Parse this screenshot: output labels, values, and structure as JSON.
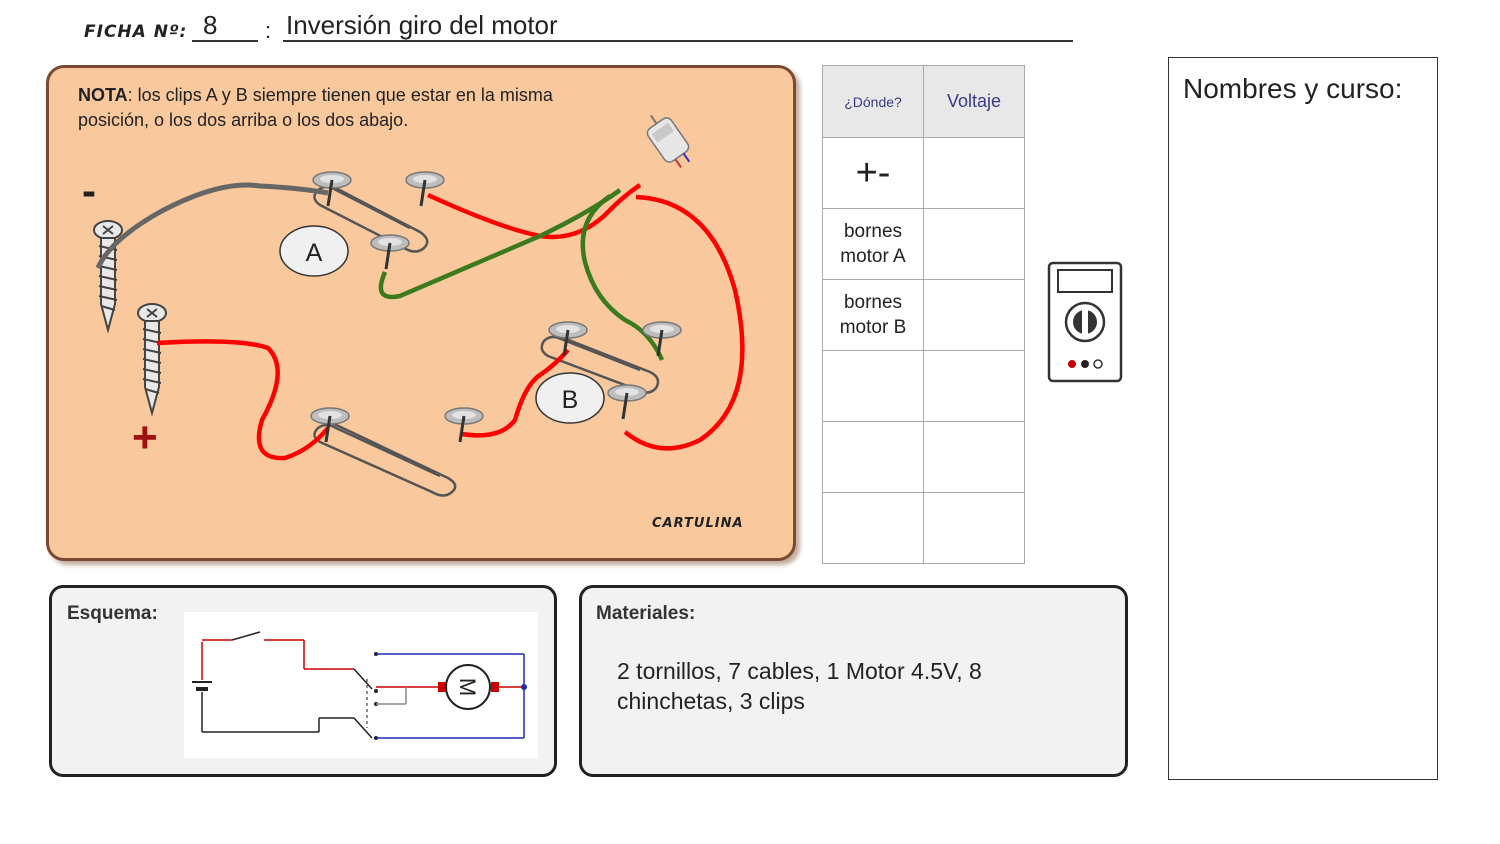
{
  "header": {
    "label": "FICHA Nº:",
    "number": "8",
    "separator": ":",
    "title": "Inversión giro del motor"
  },
  "board": {
    "note_bold": "NOTA",
    "note_text": ": los clips A y B siempre tienen que estar en la misma posición, o los dos arriba o los dos abajo.",
    "minus_sign": "-",
    "plus_sign": "+",
    "clip_a": "A",
    "clip_b": "B",
    "cartulina": "CARTULINA",
    "colors": {
      "red_wire": "#ff0000",
      "green_wire": "#3c7a1e",
      "gray_wire": "#666666",
      "board_bg": "#f9c89d",
      "board_border": "#7a4b32"
    }
  },
  "table": {
    "col1_header": "¿Dónde?",
    "col2_header": "Voltaje",
    "rows": [
      "+-",
      "bornes motor A",
      "bornes motor B",
      "",
      "",
      ""
    ]
  },
  "names": {
    "label": "Nombres y curso:"
  },
  "esquema": {
    "title": "Esquema:"
  },
  "materiales": {
    "title": "Materiales:",
    "text": "2 tornillos, 7 cables, 1 Motor 4.5V, 8 chinchetas, 3 clips"
  },
  "icons": [
    "multimeter-icon",
    "screw-icon",
    "thumbtack-icon",
    "paperclip-icon",
    "motor-icon",
    "circuit-diagram"
  ]
}
